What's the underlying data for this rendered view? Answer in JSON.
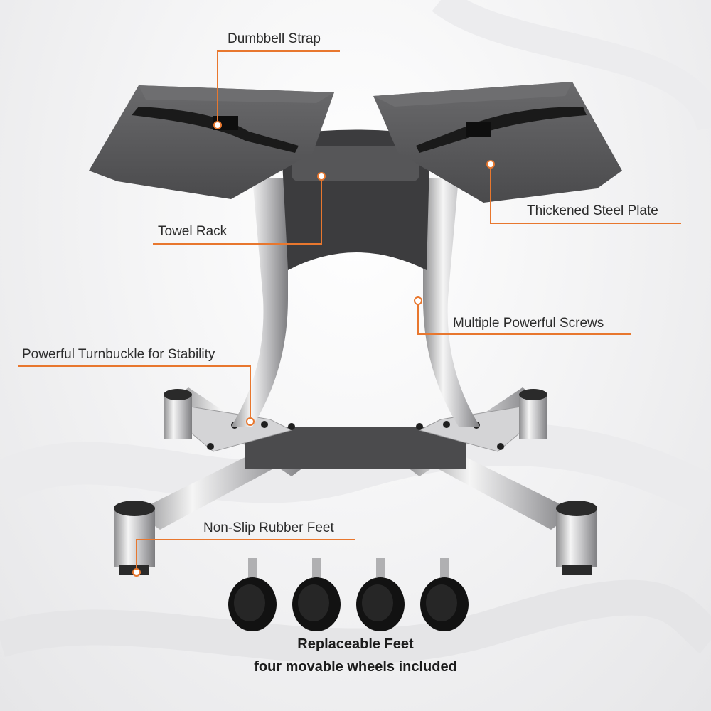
{
  "labels": {
    "dumbbell_strap": "Dumbbell Strap",
    "towel_rack": "Towel Rack",
    "steel_plate": "Thickened Steel Plate",
    "screws": "Multiple Powerful Screws",
    "turnbuckle": "Powerful Turnbuckle for Stability",
    "rubber_feet": "Non-Slip Rubber Feet"
  },
  "caption": {
    "line1": "Replaceable Feet",
    "line2": "four movable wheels included"
  },
  "colors": {
    "accent": "#e8772e",
    "tray": "#5a5a5c",
    "tray_dark": "#3a3a3c",
    "chrome_light": "#f2f2f2",
    "chrome_dark": "#8c8c8e",
    "strap": "#1a1a1a"
  }
}
